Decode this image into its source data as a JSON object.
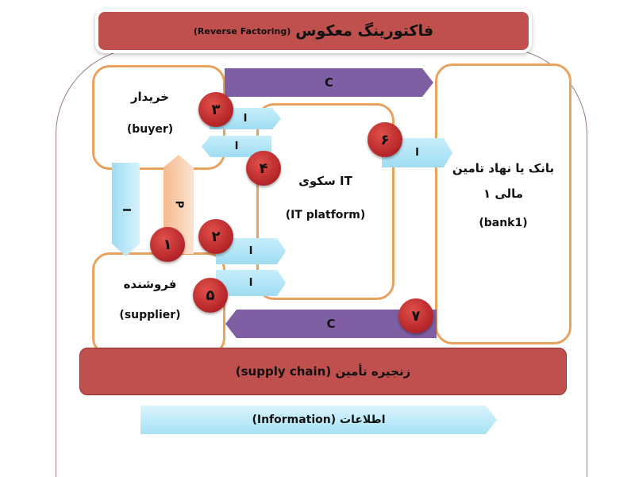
{
  "title": {
    "fa": "فاکتورینگ معکوس",
    "en": "(Reverse Factoring)"
  },
  "buyer": {
    "fa": "خریدار",
    "en": "(buyer)"
  },
  "supplier": {
    "fa": "فروشنده",
    "en": "(supplier)"
  },
  "platform": {
    "fa": "سکوی IT",
    "en": "(IT platform)"
  },
  "bank": {
    "fa_line1": "بانک یا نهاد تامین",
    "fa_line2": "مالی ۱",
    "en": "(bank1)"
  },
  "flows": {
    "cash_top": "C",
    "cash_bottom": "C",
    "info_3": "I",
    "info_4": "I",
    "info_6": "I",
    "info_2": "I",
    "info_5": "I",
    "invoice_down": "I",
    "product_up": "P"
  },
  "steps": [
    "۱",
    "۲",
    "۳",
    "۴",
    "۵",
    "۶",
    "۷"
  ],
  "supply_chain": "زنجیره تأمین (supply chain)",
  "legend": {
    "info": "اطلاعات (Information)"
  },
  "colors": {
    "red": "#c0504d",
    "purple": "#7f5fa3",
    "light_blue": "#a6e1f4",
    "orange": "#e9a15e",
    "peach": "#f6b98e"
  }
}
